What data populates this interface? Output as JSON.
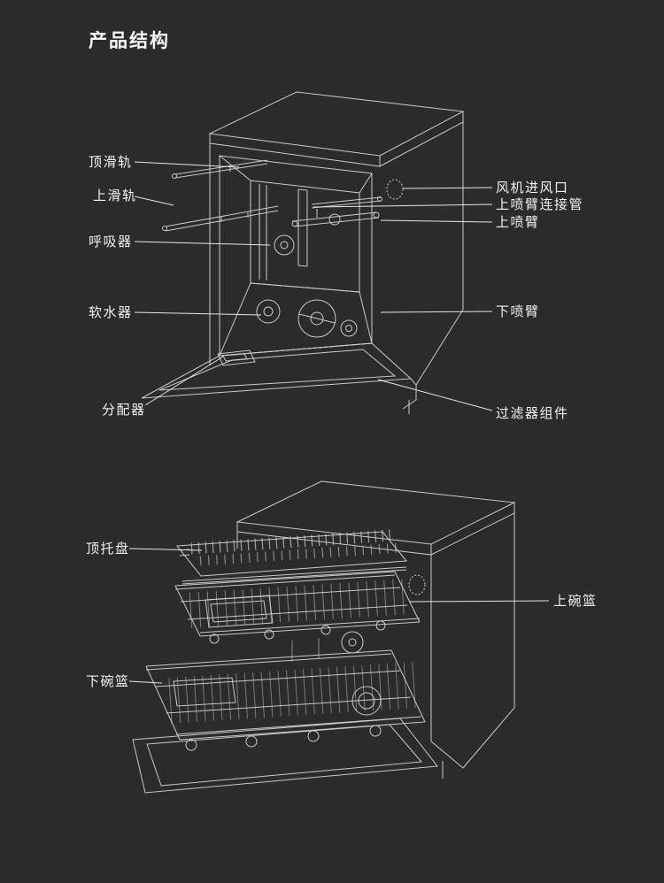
{
  "title": "产品结构",
  "colors": {
    "background": "#2b2b2b",
    "text": "#f2f2f2",
    "line_art": "#c9c9c9",
    "leader_line": "#e6e6e6"
  },
  "top_diagram": {
    "description": "dishwasher interior structure wireframe",
    "labels": [
      {
        "text": "顶滑轨",
        "side": "left"
      },
      {
        "text": "上滑轨",
        "side": "left"
      },
      {
        "text": "呼吸器",
        "side": "left"
      },
      {
        "text": "软水器",
        "side": "left"
      },
      {
        "text": "分配器",
        "side": "left"
      },
      {
        "text": "风机进风口",
        "side": "right"
      },
      {
        "text": "上喷臂连接管",
        "side": "right"
      },
      {
        "text": "上喷臂",
        "side": "right"
      },
      {
        "text": "下喷臂",
        "side": "right"
      },
      {
        "text": "过滤器组件",
        "side": "right"
      }
    ]
  },
  "bottom_diagram": {
    "description": "dishwasher baskets and trays wireframe",
    "labels": [
      {
        "text": "顶托盘",
        "side": "left"
      },
      {
        "text": "下碗篮",
        "side": "left"
      },
      {
        "text": "上碗篮",
        "side": "right"
      }
    ]
  }
}
